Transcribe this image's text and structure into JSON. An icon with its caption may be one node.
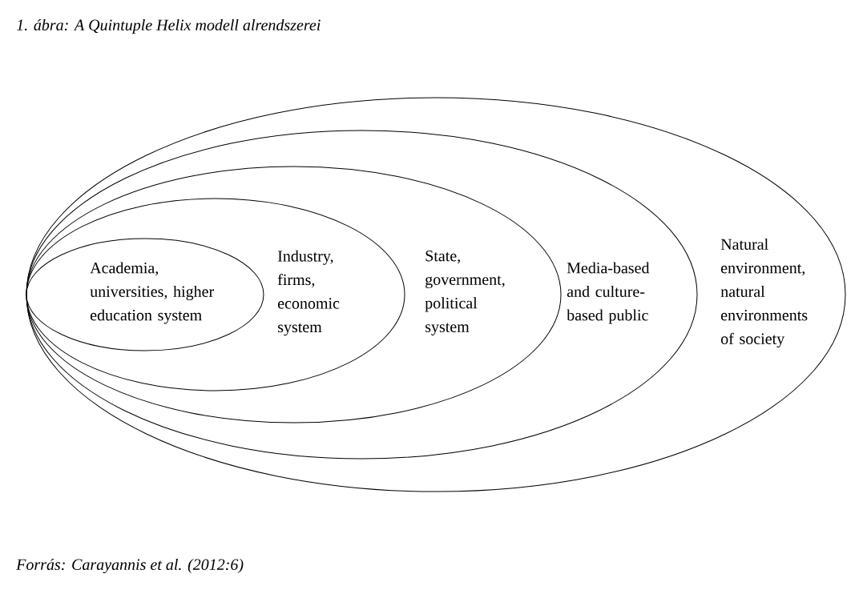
{
  "diagram": {
    "title": "1. ábra: A Quintuple Helix modell alrendszerei",
    "caption": "Forrás: Carayannis et al. (2012:6)",
    "nodes": [
      {
        "text": [
          "Natural environment, natural environments of society"
        ]
      },
      {
        "text": [
          "Media-based and culture-based public"
        ],
        "in": 0
      },
      {
        "text": [
          "State, government, political system"
        ],
        "in": 1
      },
      {
        "text": [
          "Industry, firms, economic system"
        ],
        "in": 2
      },
      {
        "text": [
          "Academia, universities, higher education system"
        ],
        "in": 3
      }
    ]
  }
}
